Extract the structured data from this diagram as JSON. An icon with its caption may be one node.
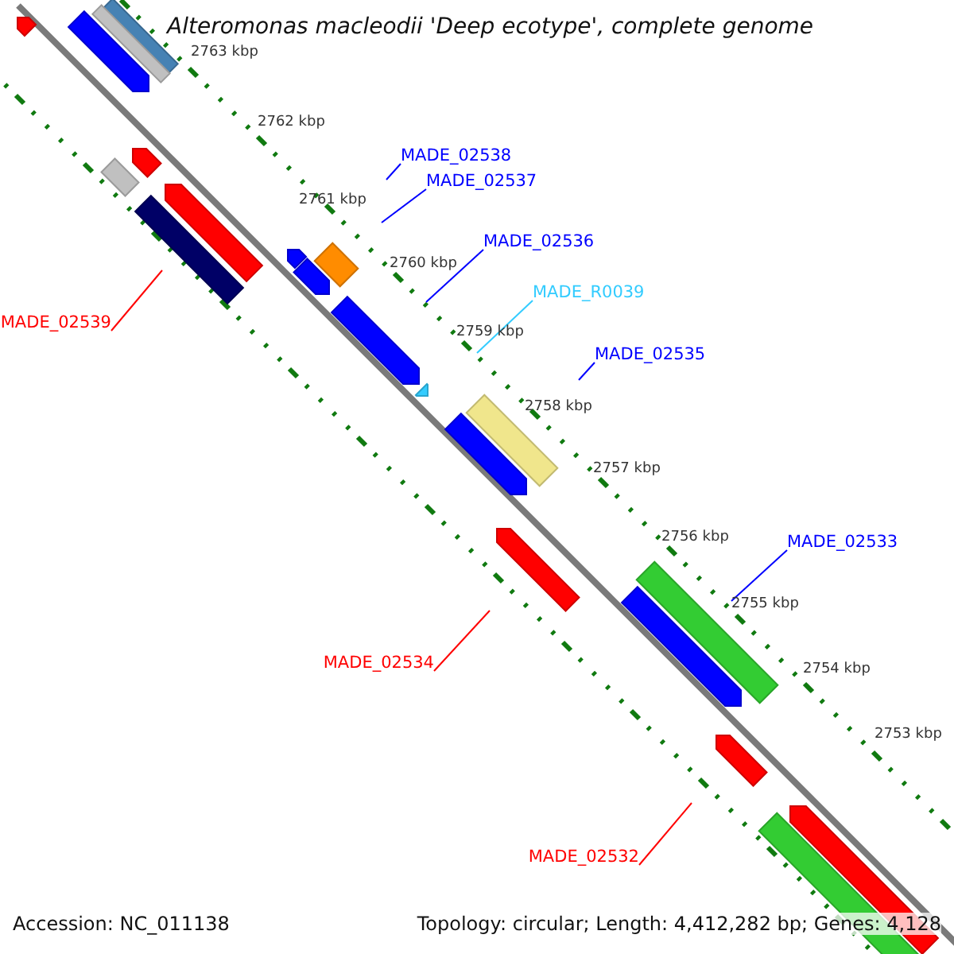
{
  "diagram": {
    "title": "Alteromonas macleodii 'Deep ecotype', complete genome",
    "nodes": [
      {
        "text": [
          "MADE_02538"
        ]
      },
      {
        "text": [
          "MADE_02537"
        ]
      },
      {
        "text": [
          "MADE_02536"
        ]
      },
      {
        "text": [
          "MADE_R0039"
        ]
      },
      {
        "text": [
          "MADE_02539"
        ]
      },
      {
        "text": [
          "MADE_02535"
        ]
      },
      {
        "text": [
          "MADE_02533"
        ]
      },
      {
        "text": [
          "MADE_02534"
        ]
      },
      {
        "text": [
          "MADE_02532"
        ]
      }
    ],
    "edges": [
      {
        "from": 0,
        "to": null,
        "arrow": "none"
      },
      {
        "from": 1,
        "to": null,
        "arrow": "none"
      },
      {
        "from": 2,
        "to": null,
        "arrow": "none"
      },
      {
        "from": 3,
        "to": null,
        "arrow": "none",
        "color": "#33ccff"
      },
      {
        "from": 4,
        "to": null,
        "arrow": "none",
        "color": "#ff0000"
      },
      {
        "from": 5,
        "to": null,
        "arrow": "none"
      },
      {
        "from": 6,
        "to": null,
        "arrow": "none"
      },
      {
        "from": 7,
        "to": null,
        "arrow": "none",
        "color": "#ff0000"
      },
      {
        "from": 8,
        "to": null,
        "arrow": "none",
        "color": "#ff0000"
      }
    ],
    "labels": [
      "2763 kbp",
      "2762 kbp",
      "2761 kbp",
      "2760 kbp",
      "2759 kbp",
      "2758 kbp",
      "2757 kbp",
      "2756 kbp",
      "2755 kbp",
      "2754 kbp",
      "2753 kbp",
      "Accession: NC_011138",
      "Topology: circular; Length: 4,412,282 bp; Genes: 4,128"
    ]
  }
}
